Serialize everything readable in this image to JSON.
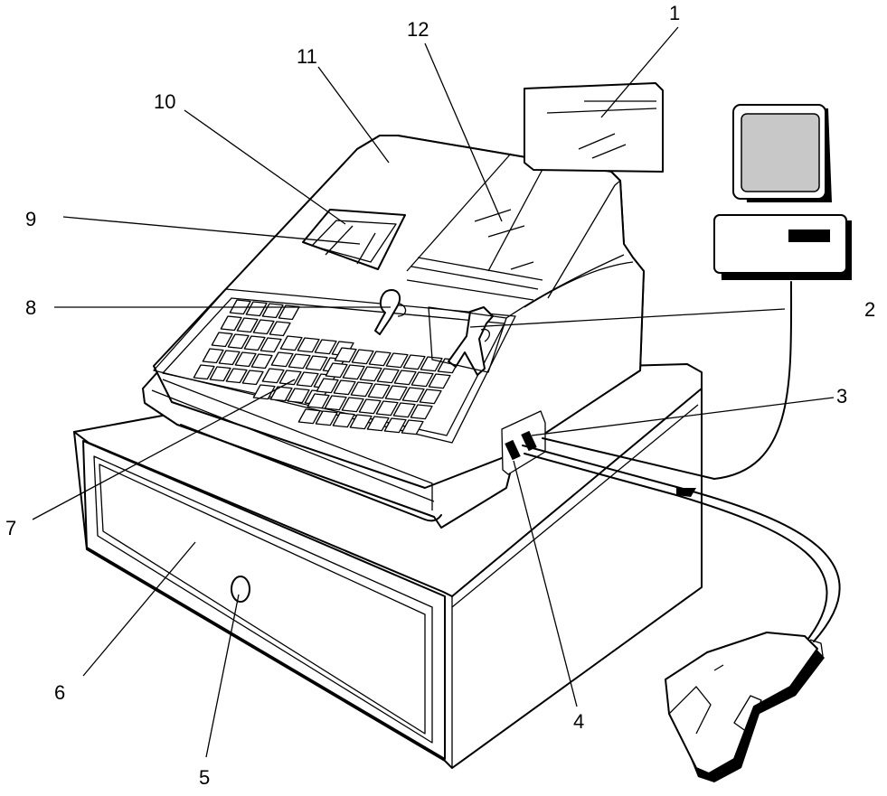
{
  "callouts": [
    {
      "id": "1",
      "label": "1"
    },
    {
      "id": "2",
      "label": "2"
    },
    {
      "id": "3",
      "label": "3"
    },
    {
      "id": "4",
      "label": "4"
    },
    {
      "id": "5",
      "label": "5"
    },
    {
      "id": "6",
      "label": "6"
    },
    {
      "id": "7",
      "label": "7"
    },
    {
      "id": "8",
      "label": "8"
    },
    {
      "id": "9",
      "label": "9"
    },
    {
      "id": "10",
      "label": "10"
    },
    {
      "id": "11",
      "label": "11"
    },
    {
      "id": "12",
      "label": "12"
    }
  ],
  "colors": {
    "line": "#000000",
    "background": "#ffffff",
    "monitor_screen": "#c8c8c8"
  }
}
